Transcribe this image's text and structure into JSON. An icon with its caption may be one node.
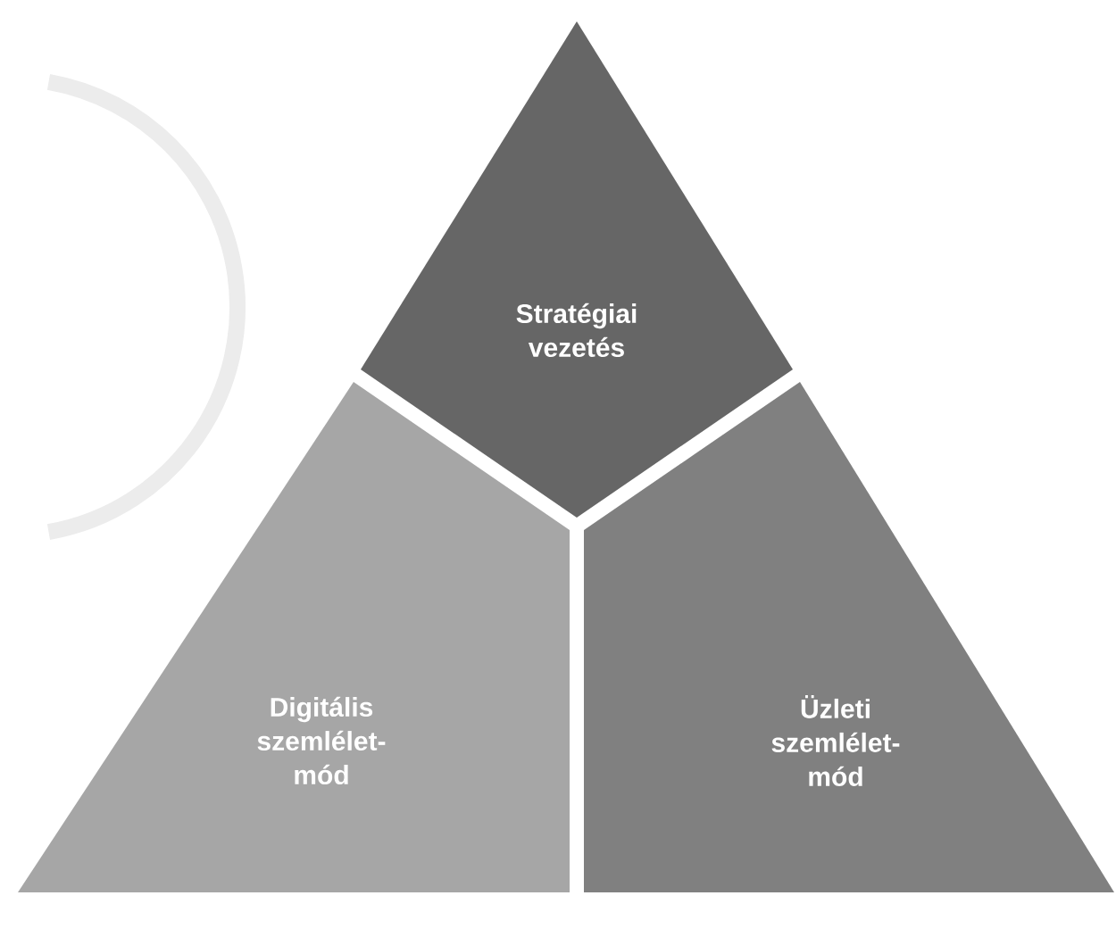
{
  "diagram": {
    "nodes": [
      {
        "text": [
          "Stratégiai vezetés"
        ]
      },
      {
        "text": [
          "Digitális szemlélet- mód"
        ]
      },
      {
        "text": [
          "Üzleti szemlélet- mód"
        ]
      }
    ]
  }
}
